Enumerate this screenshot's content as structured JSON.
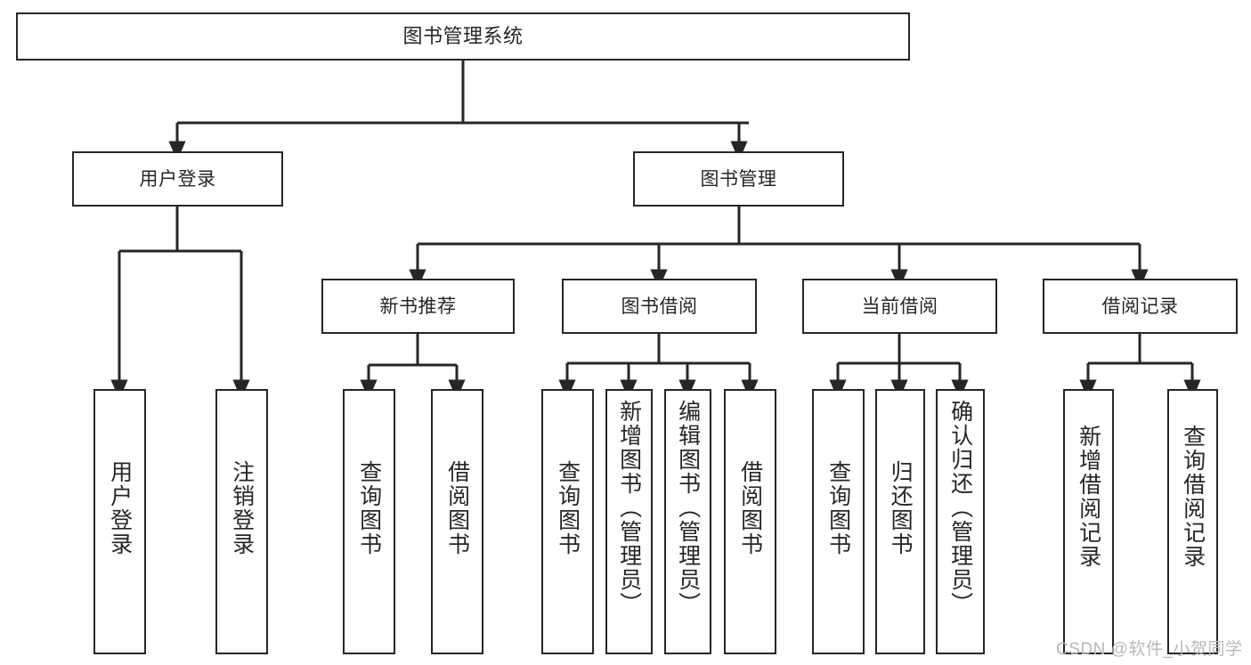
{
  "diagram": {
    "type": "hierarchy-tree",
    "title": "图书管理系统",
    "watermark": "CSDN @软件_小贺同学",
    "colors": {
      "stroke": "#262626",
      "fill": "#ffffff",
      "watermark": "#b8b8b8"
    },
    "levels": {
      "root": {
        "label": "图书管理系统"
      },
      "level2": [
        {
          "label": "用户登录"
        },
        {
          "label": "图书管理"
        }
      ],
      "level3": [
        {
          "label": "新书推荐"
        },
        {
          "label": "图书借阅"
        },
        {
          "label": "当前借阅"
        },
        {
          "label": "借阅记录"
        }
      ],
      "leaves": {
        "user_login": [
          {
            "label": "用户登录"
          },
          {
            "label": "注销登录"
          }
        ],
        "new_book_recommend": [
          {
            "label": "查询图书"
          },
          {
            "label": "借阅图书"
          }
        ],
        "book_borrow": [
          {
            "label": "查询图书"
          },
          {
            "label": "新增图书（管理员）"
          },
          {
            "label": "编辑图书（管理员）"
          },
          {
            "label": "借阅图书"
          }
        ],
        "current_borrow": [
          {
            "label": "查询图书"
          },
          {
            "label": "归还图书"
          },
          {
            "label": "确认归还（管理员）"
          }
        ],
        "borrow_record": [
          {
            "label": "新增借阅记录"
          },
          {
            "label": "查询借阅记录"
          }
        ]
      }
    }
  }
}
